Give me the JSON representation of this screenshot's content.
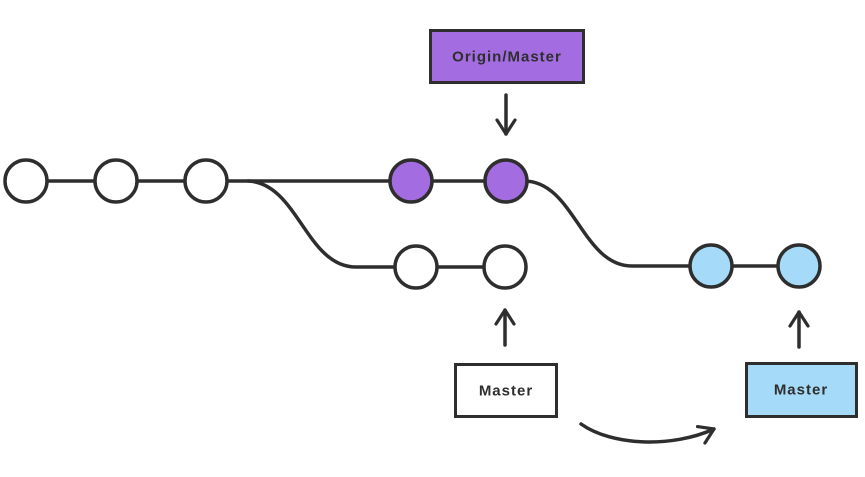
{
  "diagram": {
    "type": "git-branch-diagram",
    "labels": {
      "origin_master_box": "Origin/Master",
      "master_box_white": "Master",
      "master_box_blue": "Master"
    },
    "colors": {
      "purple": "#A36CE0",
      "blue": "#A5DBF8",
      "stroke": "#2E2E2E",
      "node_fill_white": "#FFFFFF",
      "background": "#FFFFFF"
    },
    "graph": {
      "main_branch": {
        "white_commits": 3,
        "purple_commits": 2,
        "pointer_label": "Origin/Master"
      },
      "feature_branch": {
        "white_commits": 2,
        "pointer_label": "Master"
      },
      "moved_branch": {
        "blue_commits": 2,
        "pointer_label": "Master"
      },
      "note": "Curved arrow shows Master pointer moving from the white feature branch to the blue branch"
    }
  }
}
